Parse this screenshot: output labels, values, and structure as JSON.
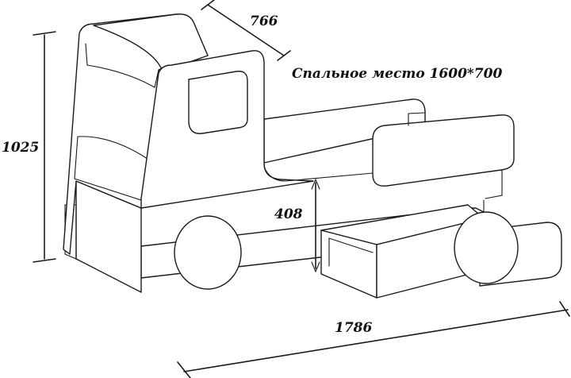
{
  "dimensions": {
    "depth": "766",
    "height": "1025",
    "bed_height": "408",
    "length": "1786"
  },
  "caption": "Спальное место 1600*700"
}
